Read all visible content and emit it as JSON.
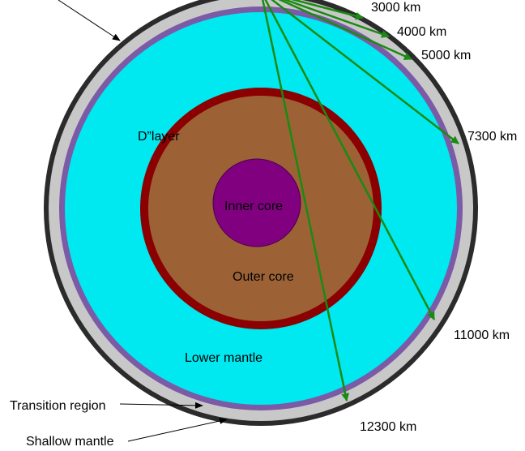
{
  "colors": {
    "crust": "#2b2b2b",
    "shallow_mantle": "#c8c8c8",
    "transition_region": "#7b5aa6",
    "lower_mantle": "#00e8f0",
    "d_layer": "#8b0000",
    "outer_core": "#9c6236",
    "inner_core": "#800080",
    "ray": "#1a8a12",
    "pointer": "#000000"
  },
  "labels": {
    "d_layer": "D”layer",
    "inner_core": "Inner core",
    "outer_core": "Outer core",
    "lower_mantle": "Lower mantle",
    "transition_region": "Transition region",
    "shallow_mantle": "Shallow mantle"
  },
  "rays": [
    {
      "distance_label": "3000 km"
    },
    {
      "distance_label": "4000 km"
    },
    {
      "distance_label": "5000 km"
    },
    {
      "distance_label": "7300 km"
    },
    {
      "distance_label": "11000 km"
    },
    {
      "distance_label": "12300 km"
    }
  ]
}
